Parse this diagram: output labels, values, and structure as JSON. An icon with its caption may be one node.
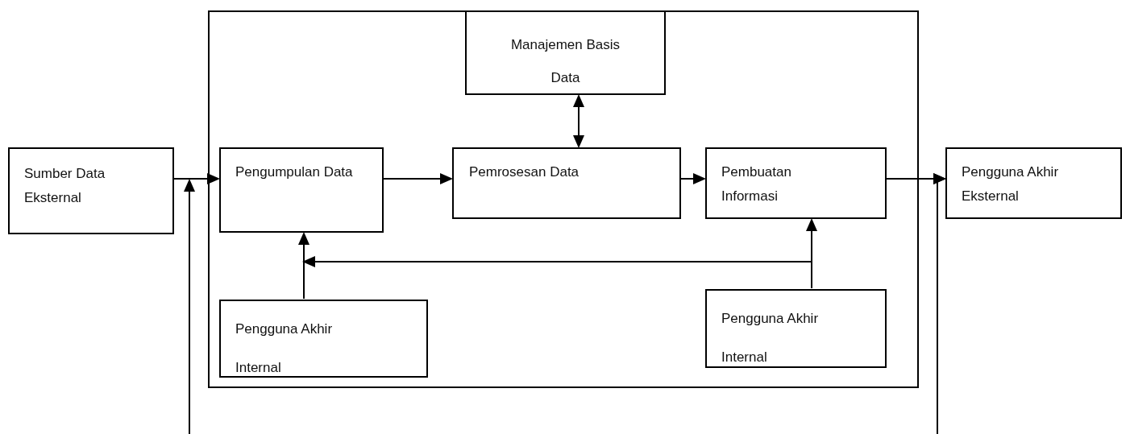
{
  "diagram": {
    "nodes": [
      {
        "text": [],
        "shape": "box"
      },
      {
        "text": [
          "Manajemen Basis Data"
        ],
        "in": 0
      },
      {
        "text": [
          "Sumber Data Eksternal"
        ]
      },
      {
        "text": [
          "Pengumpulan Data"
        ],
        "in": 0
      },
      {
        "text": [
          "Pemrosesan Data"
        ],
        "in": 0
      },
      {
        "text": [
          "Pembuatan Informasi"
        ],
        "in": 0
      },
      {
        "text": [
          "Pengguna Akhir Eksternal"
        ]
      },
      {
        "text": [
          "Pengguna Akhir Internal"
        ],
        "in": 0
      },
      {
        "text": [
          "Pengguna Akhir Internal"
        ],
        "in": 0
      }
    ],
    "edges": [
      {
        "from": 2,
        "to": 3,
        "arrow": "to"
      },
      {
        "from": null,
        "to": 3,
        "arrow": "to"
      },
      {
        "from": 3,
        "to": 4,
        "arrow": "to"
      },
      {
        "from": 1,
        "to": 4,
        "arrow": "both"
      },
      {
        "from": 4,
        "to": 5,
        "arrow": "to"
      },
      {
        "from": 5,
        "to": 6,
        "arrow": "to"
      },
      {
        "from": null,
        "to": 6,
        "arrow": "to"
      },
      {
        "from": 7,
        "to": 3,
        "arrow": "to"
      },
      {
        "from": 8,
        "to": 5,
        "arrow": "to"
      },
      {
        "from": 8,
        "to": 3,
        "arrow": "to"
      }
    ]
  }
}
